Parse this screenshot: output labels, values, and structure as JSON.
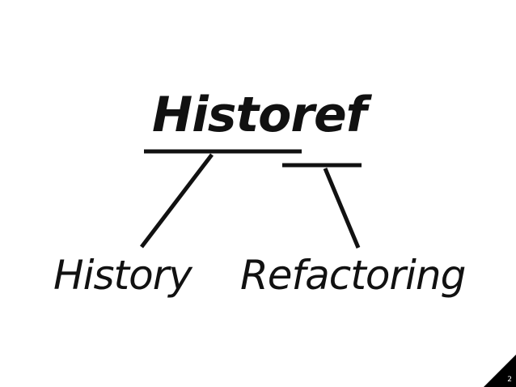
{
  "slide": {
    "title": "Historef",
    "left_word": "History",
    "right_word": "Refactoring",
    "page_number": "2"
  },
  "colors": {
    "background": "#ffffff",
    "text": "#111111",
    "lines": "#111111",
    "corner": "#000000"
  }
}
